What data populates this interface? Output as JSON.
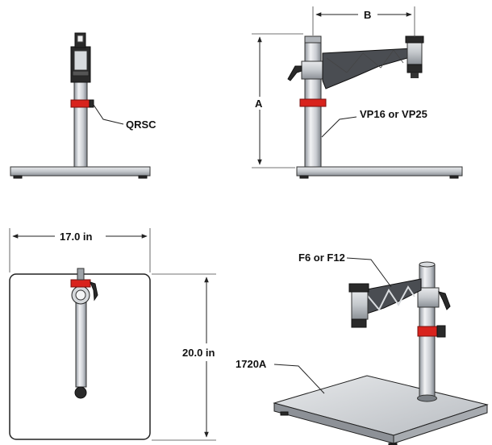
{
  "colors": {
    "collar_red": "#d8231d",
    "steel": "#c9ccd1",
    "dark_part": "#2a2a2a",
    "line": "#222222"
  },
  "labels": {
    "qrsc": "QRSC",
    "a": "A",
    "b": "B",
    "vp": "VP16 or VP25",
    "width": "17.0 in",
    "depth": "20.0 in",
    "focus": "F6 or F12",
    "base": "1720A"
  }
}
